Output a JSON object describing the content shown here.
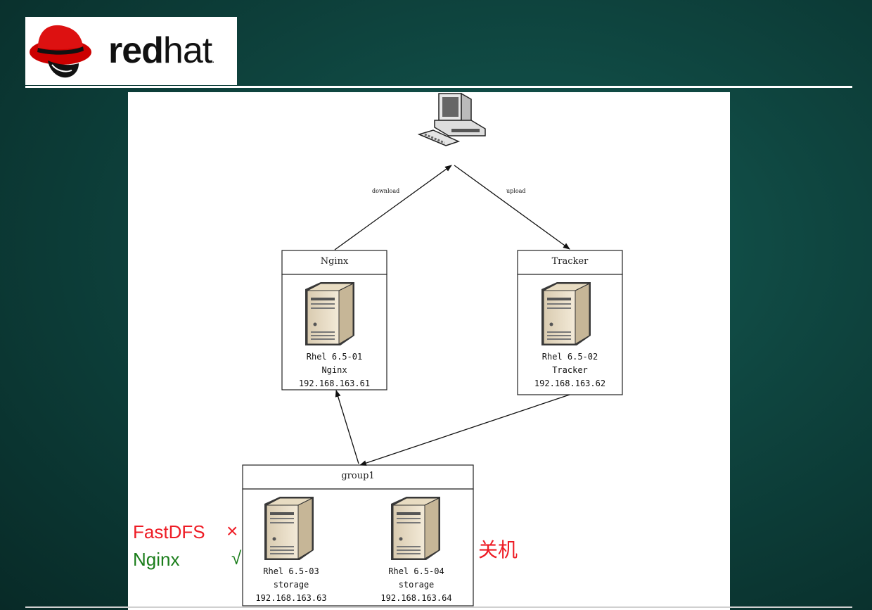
{
  "logo": {
    "text_bold": "red",
    "text_light": "hat",
    "registered": "."
  },
  "diagram": {
    "edges": {
      "download": "download",
      "upload": "upload"
    },
    "nginx": {
      "title": "Nginx",
      "host": "Rhel 6.5-01",
      "role": "Nginx",
      "ip": "192.168.163.61"
    },
    "tracker": {
      "title": "Tracker",
      "host": "Rhel 6.5-02",
      "role": "Tracker",
      "ip": "192.168.163.62"
    },
    "group": {
      "title": "group1",
      "s1": {
        "host": "Rhel 6.5-03",
        "role": "storage",
        "ip": "192.168.163.63"
      },
      "s2": {
        "host": "Rhel 6.5-04",
        "role": "storage",
        "ip": "192.168.163.64"
      }
    }
  },
  "annotations": {
    "fastdfs": "FastDFS",
    "cross": "×",
    "nginx": "Nginx",
    "check": "√",
    "shutdown": "关机"
  },
  "colors": {
    "red": "#ee1c25",
    "green": "#1a7d1a",
    "background": "#0d3f3a"
  }
}
